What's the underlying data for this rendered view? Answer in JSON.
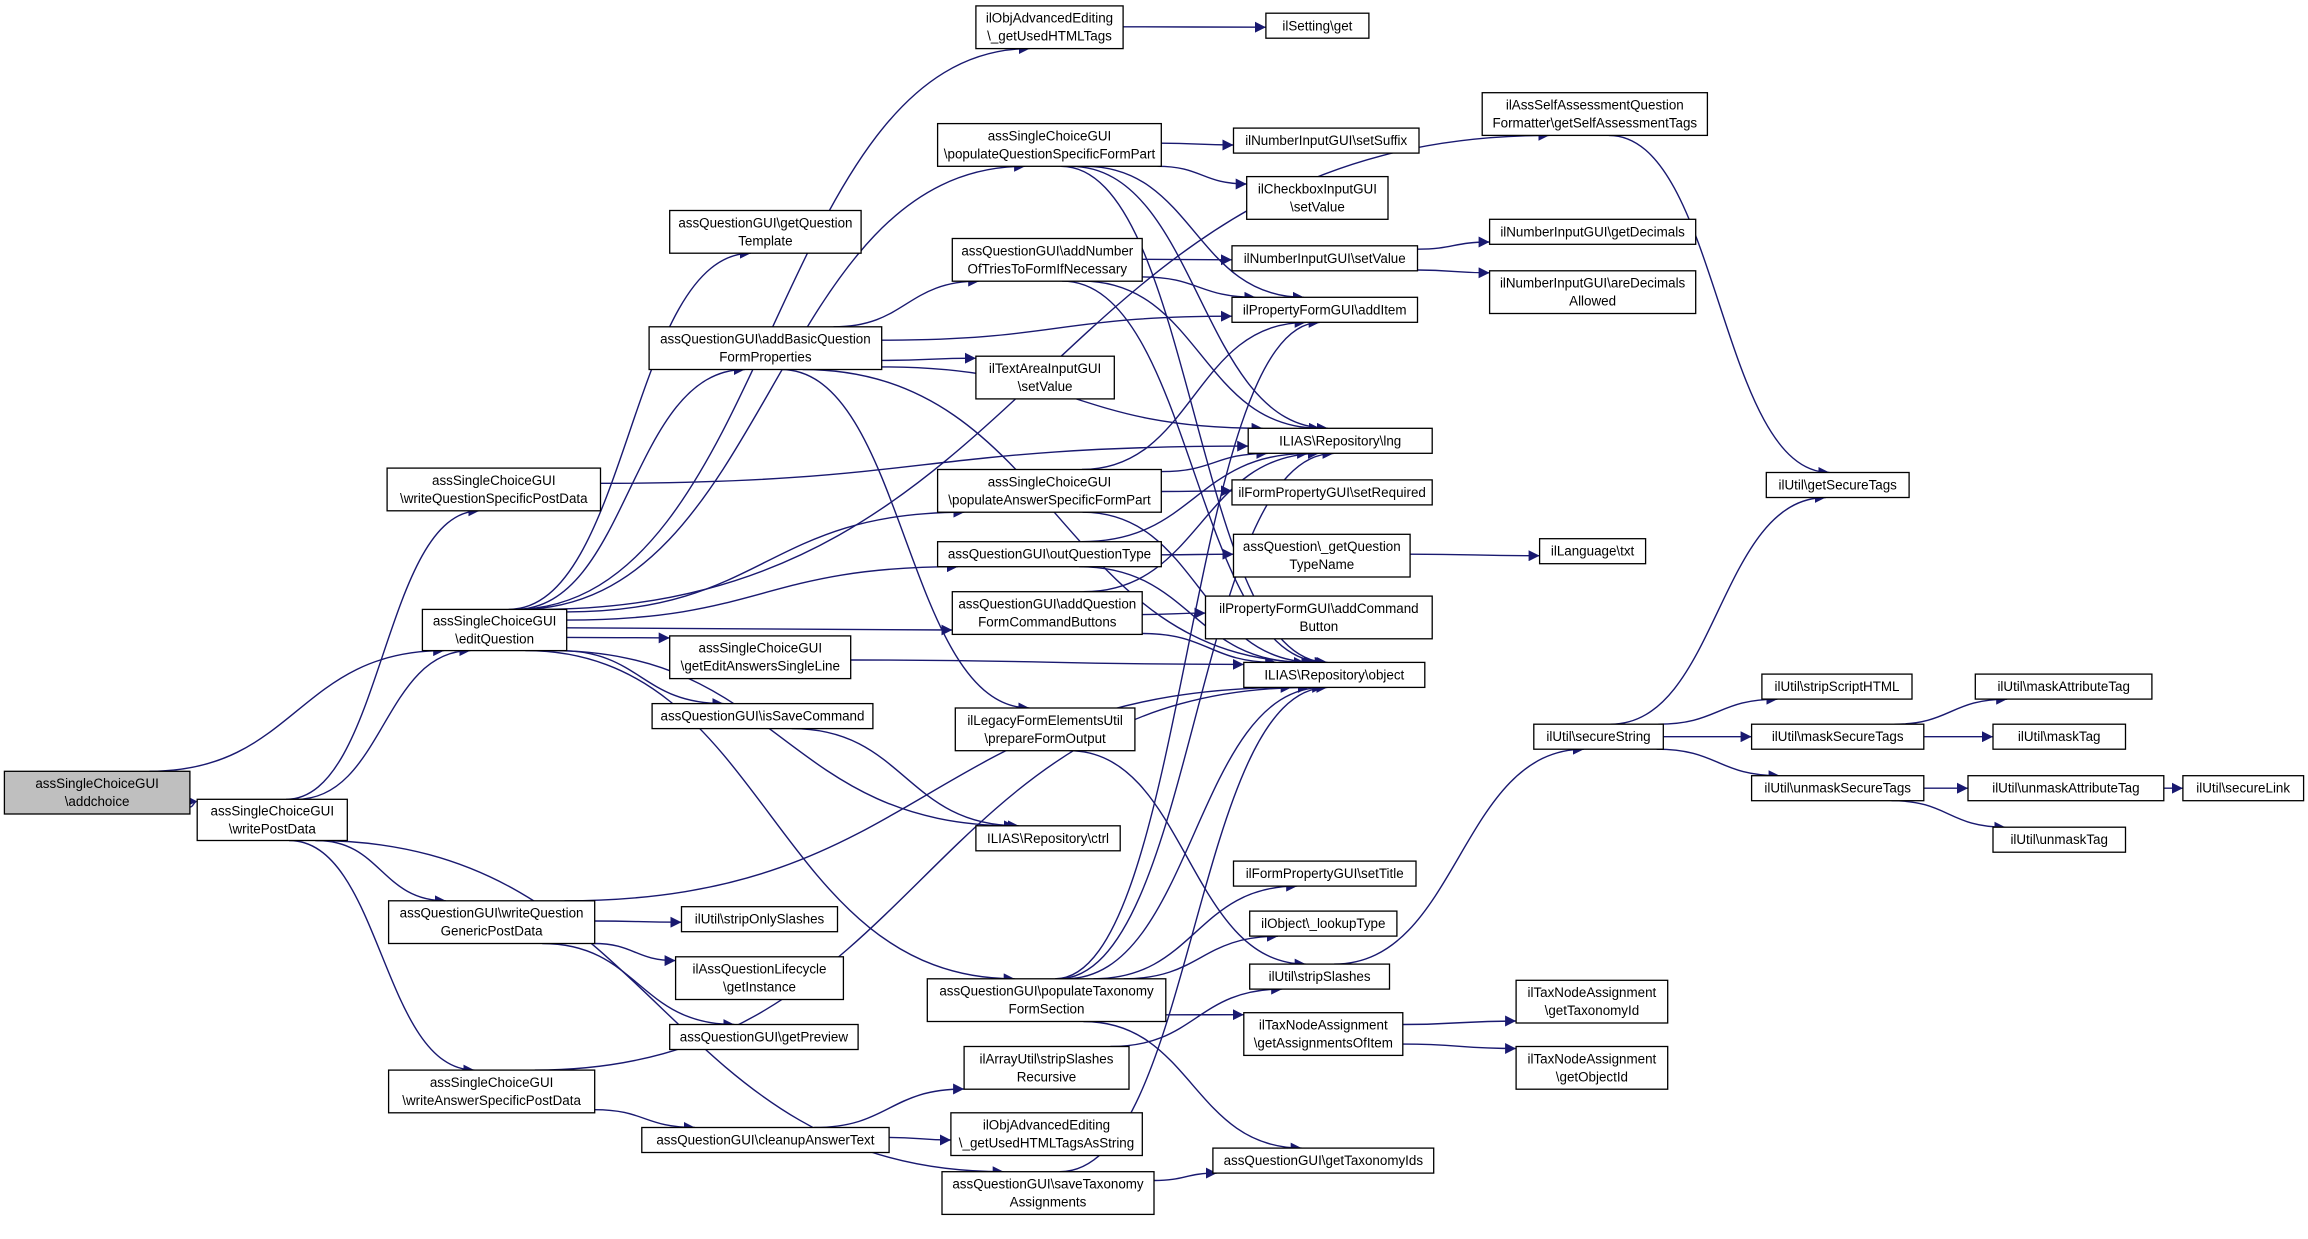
{
  "colors": {
    "edge": "#191970",
    "node_border": "#000000",
    "node_fill": "#ffffff",
    "root_fill": "#bfbfbf"
  },
  "nodes": [
    {
      "id": "addchoice",
      "lines": [
        "assSingleChoiceGUI",
        "\\addchoice"
      ],
      "root": true
    },
    {
      "id": "writePostData",
      "lines": [
        "assSingleChoiceGUI",
        "\\writePostData"
      ]
    },
    {
      "id": "editQuestion",
      "lines": [
        "assSingleChoiceGUI",
        "\\editQuestion"
      ]
    },
    {
      "id": "writeQSPD",
      "lines": [
        "assSingleChoiceGUI",
        "\\writeQuestionSpecificPostData"
      ]
    },
    {
      "id": "writeQGPD",
      "lines": [
        "assQuestionGUI\\writeQuestion",
        "GenericPostData"
      ]
    },
    {
      "id": "writeASPD",
      "lines": [
        "assSingleChoiceGUI",
        "\\writeAnswerSpecificPostData"
      ]
    },
    {
      "id": "getQTemplate",
      "lines": [
        "assQuestionGUI\\getQuestion",
        "Template"
      ]
    },
    {
      "id": "addBasic",
      "lines": [
        "assQuestionGUI\\addBasicQuestion",
        "FormProperties"
      ]
    },
    {
      "id": "getEditAnswers",
      "lines": [
        "assSingleChoiceGUI",
        "\\getEditAnswersSingleLine"
      ]
    },
    {
      "id": "isSaveCommand",
      "lines": [
        "assQuestionGUI\\isSaveCommand"
      ]
    },
    {
      "id": "stripOnlySlashes",
      "lines": [
        "ilUtil\\stripOnlySlashes"
      ]
    },
    {
      "id": "lifecycle",
      "lines": [
        "ilAssQuestionLifecycle",
        "\\getInstance"
      ]
    },
    {
      "id": "getPreview",
      "lines": [
        "assQuestionGUI\\getPreview"
      ]
    },
    {
      "id": "cleanupAnswer",
      "lines": [
        "assQuestionGUI\\cleanupAnswerText"
      ]
    },
    {
      "id": "advTags",
      "lines": [
        "ilObjAdvancedEditing",
        "\\_getUsedHTMLTags"
      ]
    },
    {
      "id": "populateQSFP",
      "lines": [
        "assSingleChoiceGUI",
        "\\populateQuestionSpecificFormPart"
      ]
    },
    {
      "id": "addNumberOfTries",
      "lines": [
        "assQuestionGUI\\addNumber",
        "OfTriesToFormIfNecessary"
      ]
    },
    {
      "id": "textAreaSetValue",
      "lines": [
        "ilTextAreaInputGUI",
        "\\setValue"
      ]
    },
    {
      "id": "populateASFP",
      "lines": [
        "assSingleChoiceGUI",
        "\\populateAnswerSpecificFormPart"
      ]
    },
    {
      "id": "outQuestionType",
      "lines": [
        "assQuestionGUI\\outQuestionType"
      ]
    },
    {
      "id": "addQFCB",
      "lines": [
        "assQuestionGUI\\addQuestion",
        "FormCommandButtons"
      ]
    },
    {
      "id": "legacyForm",
      "lines": [
        "ilLegacyFormElementsUtil",
        "\\prepareFormOutput"
      ]
    },
    {
      "id": "ctrl",
      "lines": [
        "ILIAS\\Repository\\ctrl"
      ]
    },
    {
      "id": "populateTax",
      "lines": [
        "assQuestionGUI\\populateTaxonomy",
        "FormSection"
      ]
    },
    {
      "id": "arrayStrip",
      "lines": [
        "ilArrayUtil\\stripSlashes",
        "Recursive"
      ]
    },
    {
      "id": "advTagsString",
      "lines": [
        "ilObjAdvancedEditing",
        "\\_getUsedHTMLTagsAsString"
      ]
    },
    {
      "id": "saveTax",
      "lines": [
        "assQuestionGUI\\saveTaxonomy",
        "Assignments"
      ]
    },
    {
      "id": "settingGet",
      "lines": [
        "ilSetting\\get"
      ]
    },
    {
      "id": "setSuffix",
      "lines": [
        "ilNumberInputGUI\\setSuffix"
      ]
    },
    {
      "id": "checkboxSetValue",
      "lines": [
        "ilCheckboxInputGUI",
        "\\setValue"
      ]
    },
    {
      "id": "numberSetValue",
      "lines": [
        "ilNumberInputGUI\\setValue"
      ]
    },
    {
      "id": "addItem",
      "lines": [
        "ilPropertyFormGUI\\addItem"
      ]
    },
    {
      "id": "lng",
      "lines": [
        "ILIAS\\Repository\\lng"
      ]
    },
    {
      "id": "setRequired",
      "lines": [
        "ilFormPropertyGUI\\setRequired"
      ]
    },
    {
      "id": "getQTypeName",
      "lines": [
        "assQuestion\\_getQuestion",
        "TypeName"
      ]
    },
    {
      "id": "addCommandButton",
      "lines": [
        "ilPropertyFormGUI\\addCommand",
        "Button"
      ]
    },
    {
      "id": "object",
      "lines": [
        "ILIAS\\Repository\\object"
      ]
    },
    {
      "id": "setTitle",
      "lines": [
        "ilFormPropertyGUI\\setTitle"
      ]
    },
    {
      "id": "lookupType",
      "lines": [
        "ilObject\\_lookupType"
      ]
    },
    {
      "id": "stripSlashes",
      "lines": [
        "ilUtil\\stripSlashes"
      ]
    },
    {
      "id": "getAssignmentsOfItem",
      "lines": [
        "ilTaxNodeAssignment",
        "\\getAssignmentsOfItem"
      ]
    },
    {
      "id": "getTaxonomyIds",
      "lines": [
        "assQuestionGUI\\getTaxonomyIds"
      ]
    },
    {
      "id": "selfAssessment",
      "lines": [
        "ilAssSelfAssessmentQuestion",
        "Formatter\\getSelfAssessmentTags"
      ]
    },
    {
      "id": "getDecimals",
      "lines": [
        "ilNumberInputGUI\\getDecimals"
      ]
    },
    {
      "id": "areDecimals",
      "lines": [
        "ilNumberInputGUI\\areDecimals",
        "Allowed"
      ]
    },
    {
      "id": "txt",
      "lines": [
        "ilLanguage\\txt"
      ]
    },
    {
      "id": "secureString",
      "lines": [
        "ilUtil\\secureString"
      ]
    },
    {
      "id": "getTaxonomyId",
      "lines": [
        "ilTaxNodeAssignment",
        "\\getTaxonomyId"
      ]
    },
    {
      "id": "getObjectId",
      "lines": [
        "ilTaxNodeAssignment",
        "\\getObjectId"
      ]
    },
    {
      "id": "getSecureTags",
      "lines": [
        "ilUtil\\getSecureTags"
      ]
    },
    {
      "id": "stripScriptHTML",
      "lines": [
        "ilUtil\\stripScriptHTML"
      ]
    },
    {
      "id": "maskSecureTags",
      "lines": [
        "ilUtil\\maskSecureTags"
      ]
    },
    {
      "id": "unmaskSecureTags",
      "lines": [
        "ilUtil\\unmaskSecureTags"
      ]
    },
    {
      "id": "maskAttributeTag",
      "lines": [
        "ilUtil\\maskAttributeTag"
      ]
    },
    {
      "id": "maskTag",
      "lines": [
        "ilUtil\\maskTag"
      ]
    },
    {
      "id": "unmaskAttributeTag",
      "lines": [
        "ilUtil\\unmaskAttributeTag"
      ]
    },
    {
      "id": "unmaskTag",
      "lines": [
        "ilUtil\\unmaskTag"
      ]
    },
    {
      "id": "secureLink",
      "lines": [
        "ilUtil\\secureLink"
      ]
    }
  ],
  "edges": [
    [
      "addchoice",
      "editQuestion"
    ],
    [
      "addchoice",
      "writePostData"
    ],
    [
      "writePostData",
      "writeQSPD"
    ],
    [
      "writePostData",
      "editQuestion"
    ],
    [
      "writePostData",
      "writeQGPD"
    ],
    [
      "writePostData",
      "writeASPD"
    ],
    [
      "writePostData",
      "saveTax"
    ],
    [
      "editQuestion",
      "getQTemplate"
    ],
    [
      "editQuestion",
      "addBasic"
    ],
    [
      "editQuestion",
      "populateQSFP"
    ],
    [
      "editQuestion",
      "populateASFP"
    ],
    [
      "editQuestion",
      "outQuestionType"
    ],
    [
      "editQuestion",
      "addQFCB"
    ],
    [
      "editQuestion",
      "getEditAnswers"
    ],
    [
      "editQuestion",
      "isSaveCommand"
    ],
    [
      "editQuestion",
      "ctrl"
    ],
    [
      "editQuestion",
      "populateTax"
    ],
    [
      "editQuestion",
      "advTags"
    ],
    [
      "editQuestion",
      "selfAssessment"
    ],
    [
      "writeQSPD",
      "lng"
    ],
    [
      "writeQGPD",
      "stripOnlySlashes"
    ],
    [
      "writeQGPD",
      "lifecycle"
    ],
    [
      "writeQGPD",
      "getPreview"
    ],
    [
      "writeQGPD",
      "object"
    ],
    [
      "writeASPD",
      "cleanupAnswer"
    ],
    [
      "writeASPD",
      "object"
    ],
    [
      "addBasic",
      "addNumberOfTries"
    ],
    [
      "addBasic",
      "textAreaSetValue"
    ],
    [
      "addBasic",
      "lng"
    ],
    [
      "addBasic",
      "addItem"
    ],
    [
      "addBasic",
      "legacyForm"
    ],
    [
      "addBasic",
      "object"
    ],
    [
      "getEditAnswers",
      "object"
    ],
    [
      "isSaveCommand",
      "ctrl"
    ],
    [
      "cleanupAnswer",
      "arrayStrip"
    ],
    [
      "cleanupAnswer",
      "advTagsString"
    ],
    [
      "advTags",
      "settingGet"
    ],
    [
      "populateQSFP",
      "setSuffix"
    ],
    [
      "populateQSFP",
      "checkboxSetValue"
    ],
    [
      "populateQSFP",
      "addItem"
    ],
    [
      "populateQSFP",
      "lng"
    ],
    [
      "populateQSFP",
      "object"
    ],
    [
      "addNumberOfTries",
      "numberSetValue"
    ],
    [
      "addNumberOfTries",
      "addItem"
    ],
    [
      "addNumberOfTries",
      "lng"
    ],
    [
      "addNumberOfTries",
      "object"
    ],
    [
      "populateASFP",
      "addItem"
    ],
    [
      "populateASFP",
      "lng"
    ],
    [
      "populateASFP",
      "setRequired"
    ],
    [
      "populateASFP",
      "object"
    ],
    [
      "outQuestionType",
      "getQTypeName"
    ],
    [
      "outQuestionType",
      "lng"
    ],
    [
      "outQuestionType",
      "object"
    ],
    [
      "addQFCB",
      "addCommandButton"
    ],
    [
      "addQFCB",
      "lng"
    ],
    [
      "addQFCB",
      "object"
    ],
    [
      "legacyForm",
      "stripSlashes"
    ],
    [
      "populateTax",
      "setTitle"
    ],
    [
      "populateTax",
      "lookupType"
    ],
    [
      "populateTax",
      "getAssignmentsOfItem"
    ],
    [
      "populateTax",
      "getTaxonomyIds"
    ],
    [
      "populateTax",
      "lng"
    ],
    [
      "populateTax",
      "object"
    ],
    [
      "populateTax",
      "addItem"
    ],
    [
      "arrayStrip",
      "stripSlashes"
    ],
    [
      "saveTax",
      "getTaxonomyIds"
    ],
    [
      "saveTax",
      "object"
    ],
    [
      "numberSetValue",
      "getDecimals"
    ],
    [
      "numberSetValue",
      "areDecimals"
    ],
    [
      "getQTypeName",
      "txt"
    ],
    [
      "stripSlashes",
      "secureString"
    ],
    [
      "getAssignmentsOfItem",
      "getTaxonomyId"
    ],
    [
      "getAssignmentsOfItem",
      "getObjectId"
    ],
    [
      "selfAssessment",
      "getSecureTags"
    ],
    [
      "secureString",
      "getSecureTags"
    ],
    [
      "secureString",
      "stripScriptHTML"
    ],
    [
      "secureString",
      "maskSecureTags"
    ],
    [
      "secureString",
      "unmaskSecureTags"
    ],
    [
      "maskSecureTags",
      "maskAttributeTag"
    ],
    [
      "maskSecureTags",
      "maskTag"
    ],
    [
      "unmaskSecureTags",
      "unmaskAttributeTag"
    ],
    [
      "unmaskSecureTags",
      "unmaskTag"
    ],
    [
      "unmaskAttributeTag",
      "secureLink"
    ]
  ]
}
